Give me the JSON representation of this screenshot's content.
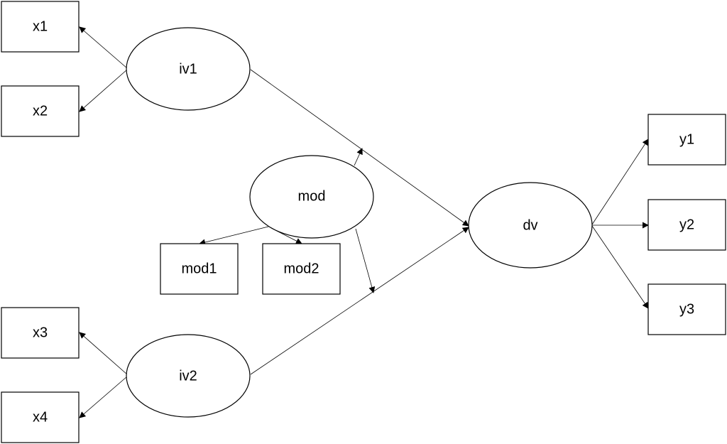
{
  "nodes": {
    "x1": "x1",
    "x2": "x2",
    "x3": "x3",
    "x4": "x4",
    "iv1": "iv1",
    "iv2": "iv2",
    "mod": "mod",
    "mod1": "mod1",
    "mod2": "mod2",
    "dv": "dv",
    "y1": "y1",
    "y2": "y2",
    "y3": "y3"
  },
  "edges": [
    {
      "from": "iv1",
      "to": "x1"
    },
    {
      "from": "iv1",
      "to": "x2"
    },
    {
      "from": "iv2",
      "to": "x3"
    },
    {
      "from": "iv2",
      "to": "x4"
    },
    {
      "from": "mod",
      "to": "mod1"
    },
    {
      "from": "mod",
      "to": "mod2"
    },
    {
      "from": "mod",
      "to": "iv1-dv path"
    },
    {
      "from": "mod",
      "to": "iv2-dv path"
    },
    {
      "from": "iv1",
      "to": "dv"
    },
    {
      "from": "iv2",
      "to": "dv"
    },
    {
      "from": "dv",
      "to": "y1"
    },
    {
      "from": "dv",
      "to": "y2"
    },
    {
      "from": "dv",
      "to": "y3"
    }
  ]
}
